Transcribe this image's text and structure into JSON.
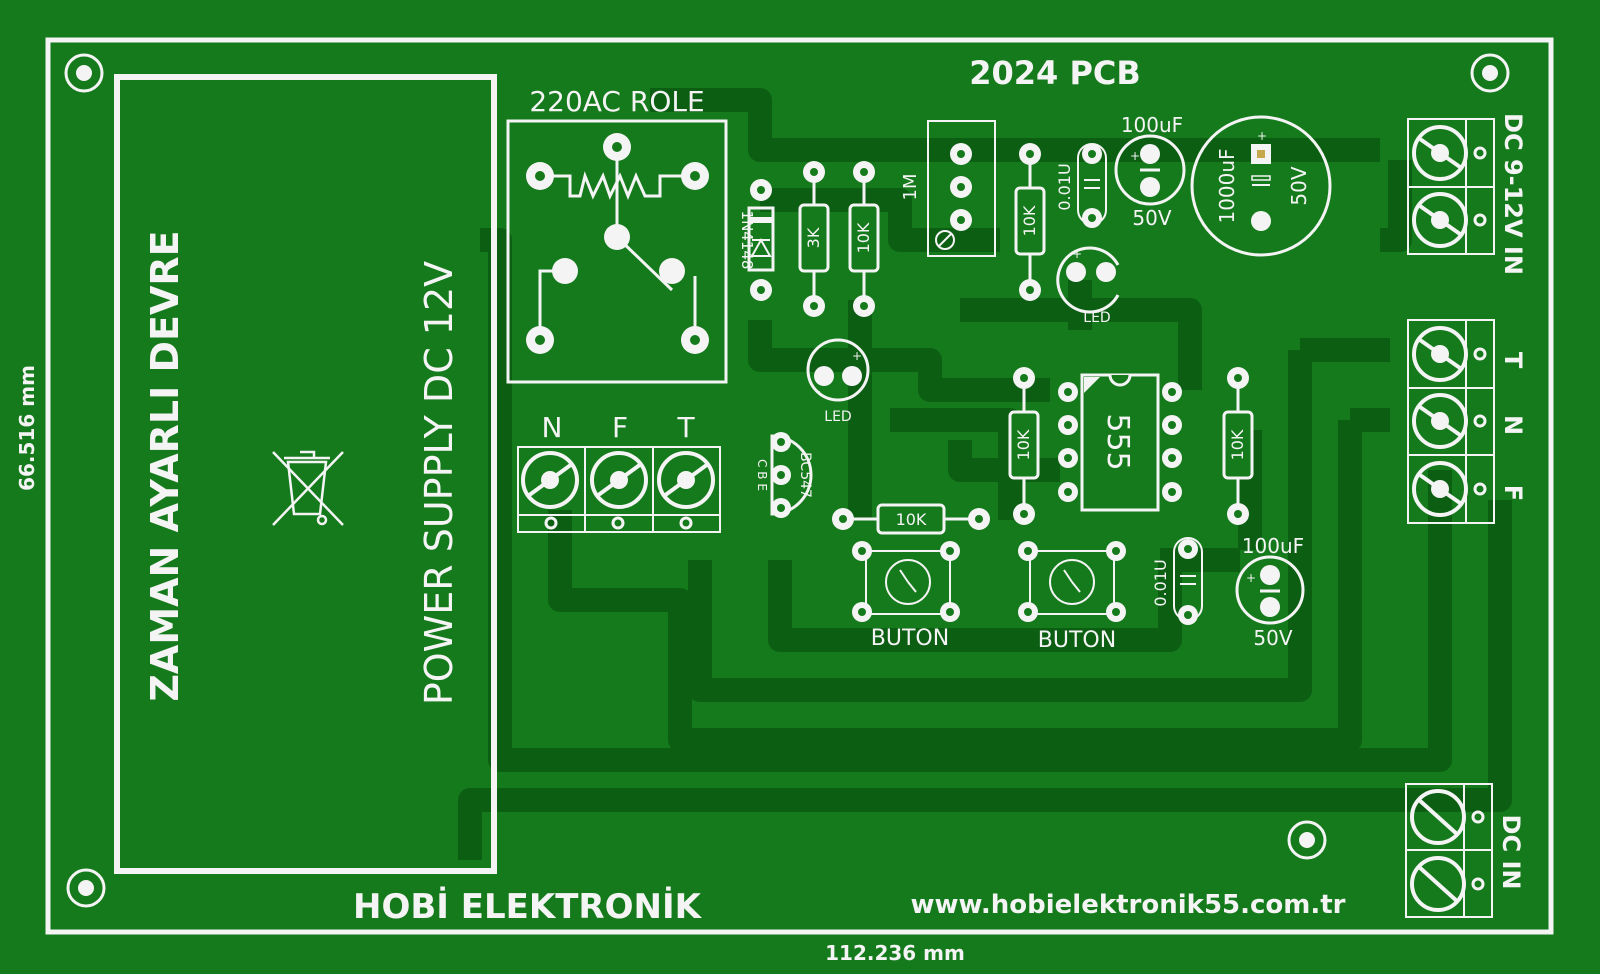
{
  "board": {
    "title": "2024 PCB",
    "brand": "HOBİ ELEKTRONİK",
    "website": "www.hobielektronik55.com.tr",
    "width_dim": "112.236 mm",
    "height_dim": "66.516 mm",
    "left_text": "ZAMAN AYARLI DEVRE",
    "psu_text": "POWER SUPPLY DC 12V",
    "relay_label": "220AC ROLE",
    "colors": {
      "board": "#157a1c",
      "trace": "#0c5e13",
      "silk": "#f4f4f4"
    }
  },
  "terminals": {
    "nft": [
      "N",
      "F",
      "T"
    ],
    "right_tnf": [
      "T",
      "N",
      "F"
    ],
    "dc_in_top": "DC 9-12V IN",
    "dc_in_bottom": "DC IN"
  },
  "parts": {
    "diode": "1N4148",
    "r_3k": "3K",
    "r_10k": "10K",
    "pot_1m": "1M",
    "r_10k_b": "10K",
    "cap_001_a": "0.01U",
    "cap_100uf_a": "100uF",
    "cap_50v_a": "50V",
    "cap_1000uf": "1000uF",
    "cap_50v_b": "50V",
    "led_a": "LED",
    "led_b": "LED",
    "transistor": "BC547",
    "transistor_pins": "C B E",
    "r_10k_c": "10K",
    "ic": "555",
    "r_10k_d": "10K",
    "r_10k_e": "10K",
    "button_a": "BUTON",
    "button_b": "BUTON",
    "cap_001_b": "0.01U",
    "cap_100uf_b": "100uF",
    "cap_50v_c": "50V"
  },
  "icons": {
    "recycle": "weee-bin-icon"
  }
}
